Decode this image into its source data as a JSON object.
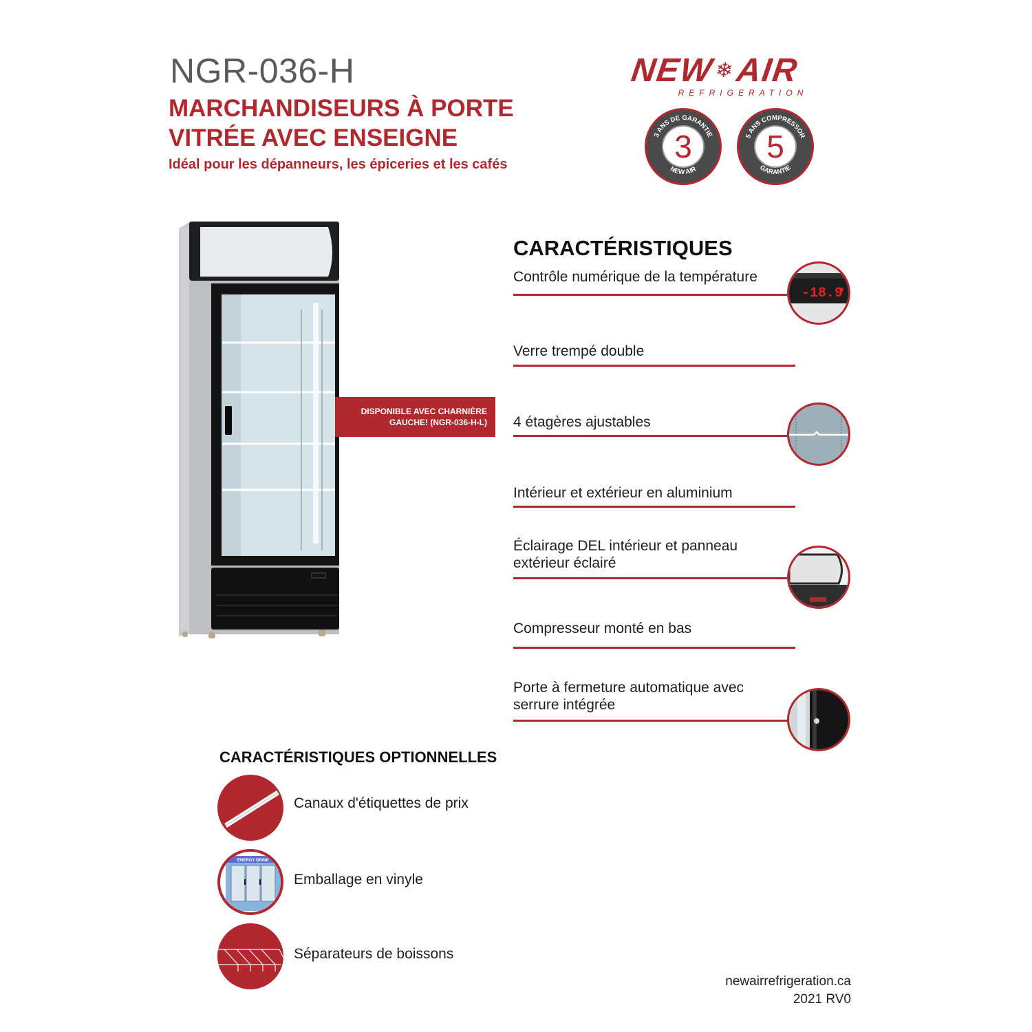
{
  "header": {
    "model": "NGR-036-H",
    "title_line1": "MARCHANDISEURS À PORTE",
    "title_line2": "VITRÉE AVEC ENSEIGNE",
    "subtitle": "Idéal pour les dépanneurs, les épiceries et les cafés"
  },
  "brand": {
    "logo_left": "NEW",
    "logo_right": "AIR",
    "logo_icon": "snowflake-icon",
    "logo_sub": "REFRIGERATION",
    "color": "#b1282e"
  },
  "badges": [
    {
      "number": "3",
      "top_text": "3 ANS DE GARANTIE",
      "bottom_text": "NEW AIR"
    },
    {
      "number": "5",
      "top_text": "5 ANS COMPRESSOR",
      "bottom_text": "GARANTIE"
    }
  ],
  "callout": {
    "line1": "DISPONIBLE AVEC CHARNIÈRE",
    "line2": "GAUCHE! (NGR-036-H-L)"
  },
  "features": {
    "heading": "CARACTÉRISTIQUES",
    "items": [
      {
        "label": "Contrôle numérique de la température",
        "image": "digital-thermostat",
        "display_value": "-18.9"
      },
      {
        "label": "Verre trempé double"
      },
      {
        "label": "4 étagères ajustables",
        "image": "adjustable-shelf"
      },
      {
        "label": "Intérieur et extérieur en aluminium"
      },
      {
        "label_line1": "Éclairage DEL intérieur et panneau",
        "label_line2": "extérieur éclairé",
        "image": "illuminated-sign-panel"
      },
      {
        "label": "Compresseur monté en bas"
      },
      {
        "label_line1": "Porte à fermeture automatique avec",
        "label_line2": "serrure intégrée",
        "image": "door-lock"
      }
    ]
  },
  "optional": {
    "heading": "CARACTÉRISTIQUES OPTIONNELLES",
    "items": [
      {
        "label": "Canaux d'étiquettes de prix",
        "image": "price-tag-channel"
      },
      {
        "label": "Emballage en vinyle",
        "image": "vinyl-wrap",
        "wrap_text": "ENERGY DRINK"
      },
      {
        "label": "Séparateurs de boissons",
        "image": "beverage-divider"
      }
    ]
  },
  "footer": {
    "website": "newairrefrigeration.ca",
    "revision": "2021 RV0"
  }
}
